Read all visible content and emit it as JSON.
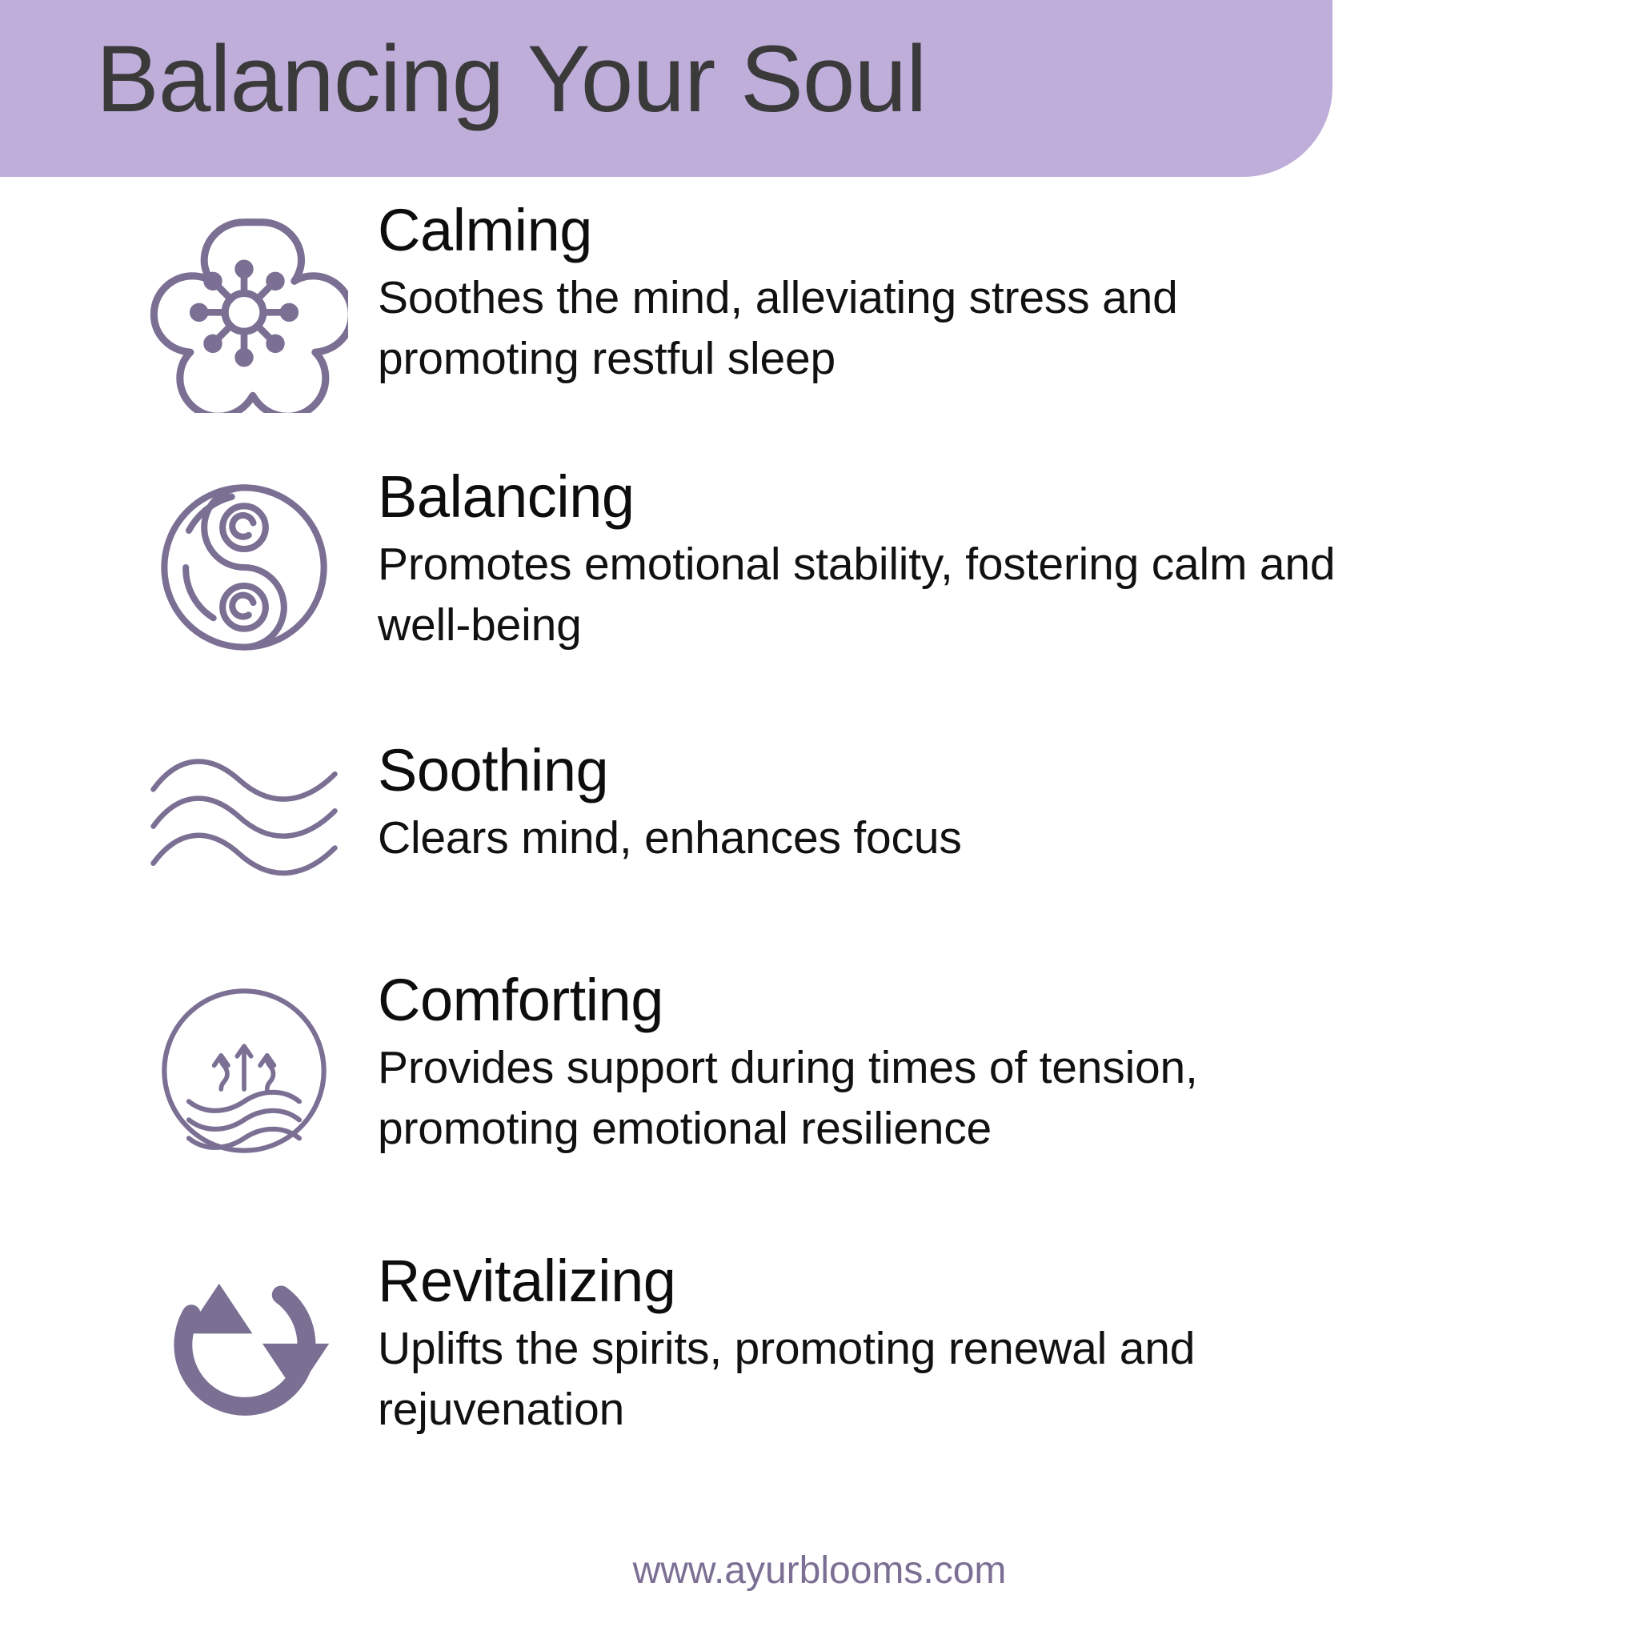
{
  "header": {
    "title": "Balancing Your Soul",
    "background_color": "#bfaeda",
    "title_color": "#3a3a3a"
  },
  "theme": {
    "accent_purple": "#bfaeda",
    "icon_purple": "#7b7094",
    "text_black": "#111111",
    "page_background": "#ffffff"
  },
  "features": [
    {
      "icon": "flower-icon",
      "title": "Calming",
      "description": "Soothes the mind, alleviating stress and promoting restful sleep"
    },
    {
      "icon": "yin-yang-icon",
      "title": "Balancing",
      "description": "Promotes emotional stability, fostering calm and well-being"
    },
    {
      "icon": "waves-icon",
      "title": "Soothing",
      "description": "Clears mind, enhances focus"
    },
    {
      "icon": "steam-waves-circle-icon",
      "title": "Comforting",
      "description": "Provides support during times of tension, promoting emotional resilience"
    },
    {
      "icon": "refresh-cycle-icon",
      "title": "Revitalizing",
      "description": "Uplifts the spirits, promoting renewal and rejuvenation"
    }
  ],
  "footer": {
    "url": "www.ayurblooms.com",
    "color": "#7b7094"
  }
}
